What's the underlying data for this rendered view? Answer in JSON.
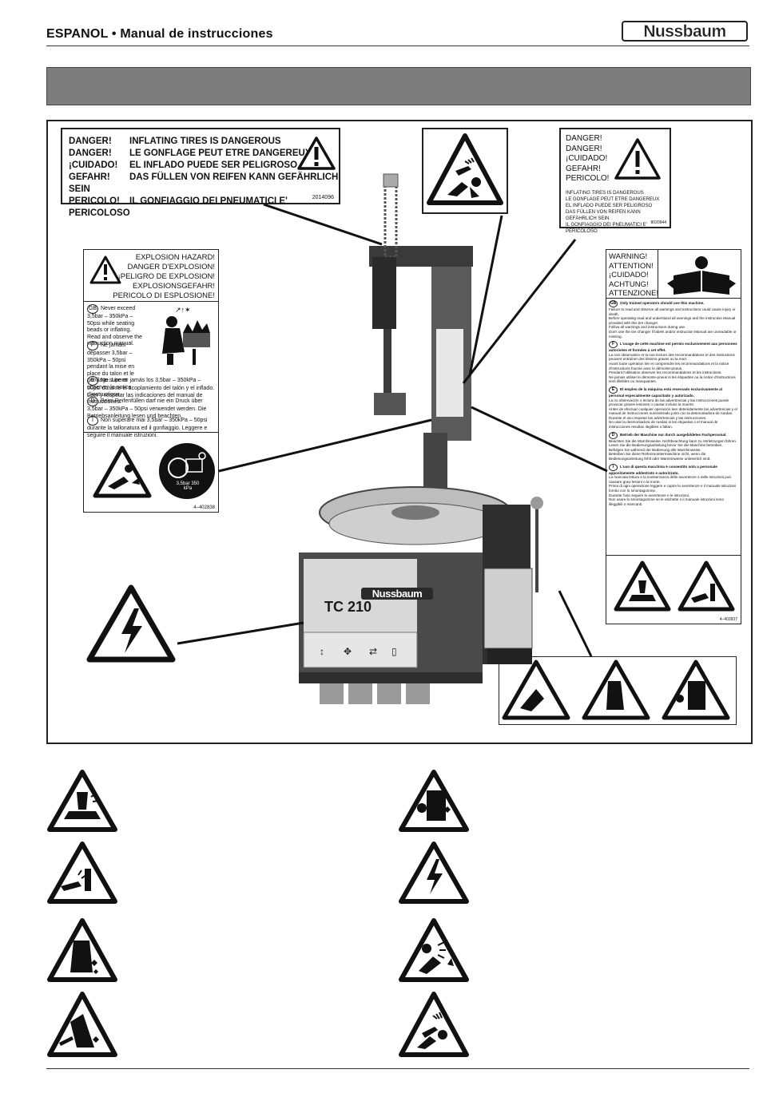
{
  "header": {
    "title": "ESPANOL • Manual de instrucciones",
    "logo_text": "Nussbaum"
  },
  "label_inflating": {
    "rows": [
      {
        "k": "DANGER!",
        "v": "INFLATING TIRES IS DANGEROUS"
      },
      {
        "k": "DANGER!",
        "v": "LE GONFLAGE PEUT ETRE DANGEREUX"
      },
      {
        "k": "¡CUIDADO!",
        "v": "EL INFLADO PUEDE SER PELIGROSO"
      },
      {
        "k": "GEFAHR!",
        "v": "DAS FÜLLEN VON REIFEN KANN GEFÄHRLICH SEIN"
      },
      {
        "k": "PERICOLO!",
        "v": "IL GONFIAGGIO DEI PNEUMATICI E' PERICOLOSO"
      }
    ],
    "code": "2014096"
  },
  "label_danger_small": {
    "heads": [
      "DANGER!",
      "DANGER!",
      "¡CUIDADO!",
      "GEFAHR!",
      "PERICOLO!"
    ],
    "lines": [
      "INFLATING TIRES IS DANGEROUS",
      "LE GONFLAGE PEUT ETRE DANGEREUX",
      "EL INFLADO PUEDE SER PELIGROSO",
      "DAS FÜLLEN VON REIFEN KANN GEFÄHRLICH SEIN",
      "IL GONFIAGGIO DEI PNEUMATICI E' PERICOLOSO"
    ],
    "code": "8020944"
  },
  "label_explosion": {
    "heads": [
      "EXPLOSION HAZARD!",
      "DANGER D'EXPLOSION!",
      "¡PELIGRO DE EXPLOSION!",
      "EXPLOSIONSGEFAHR!",
      "PERICOLO DI ESPLOSIONE!"
    ],
    "gb": "Never exceed 3,5bar – 350kPa – 50psi while seating beads or inflating. Read and observe the instruction manual.",
    "f": "Ne jamais dépasser 3,5bar – 350kPa – 50psi pendant la mise en place du talon et le gonflage. Lire et observer la notice d'instructions.",
    "e": "No superar jamás los 3,5bar – 350kPa – 50psi durante el acoplamiento del talón y el inflado. Leer y respetar las indicaciones del manual de instrucciones.",
    "d": "Beim Reifenfüllen darf nie ein Druck über 3,5bar – 350kPa – 50psi verwendet werden. Die Betriebsanleitung lesen und beachten.",
    "i": "Non superare mai 3,5bar – 350kPa – 50psi durante la tallonatura ed il gonfiaggio. Leggere e seguire il manuale istruzioni.",
    "gauge": "3,5bar 350 kPa",
    "code": "4–402838"
  },
  "label_warning": {
    "heads": [
      "WARNING!",
      "ATTENTION!",
      "¡CUIDADO!",
      "ACHTUNG!",
      "ATTENZIONE!"
    ],
    "gb_head": "Only trained operators should use this machine.",
    "gb": [
      "Failure to read and observe all warnings and instructions could cause injury or death.",
      "Before operating read and understand all warnings and the instruction Manual provided with this tire changer.",
      "Follow all warnings and instructions during use.",
      "Don't use the tire changer if labels and/or instruction Manual are unreadable or missing."
    ],
    "f_head": "L'usage de cette machine est permis exclusivement aux personnes autorisées et formées à cet effet.",
    "f": [
      "La non observation et la non lecture des recommandations et des instructions peuvent entraîner des lésions graves ou la mort.",
      "Avant toute opération lire et comprendre les recommandations et la notice d'instructions fournie avec le démonte-pneus.",
      "Pendant l'utilisation observer les recommandations et les instructions.",
      "Ne jamais utiliser le démonte-pneus si les étiquettes ou la notice d'instructions sont illisibles ou manquantes."
    ],
    "e_head": "El empleo de la máquina está reservado exclusivamente al personal especialmente capacitado y autorizado.",
    "e": [
      "La no observación o lectura de las advertencias y las instrucciones puede provocar graves lesiones o causar incluso la muerte.",
      "Antes de efectuar cualquier operación leer detenidamente las advertencias y el manual de instrucciones suministrado junto con la desmontadora de ruedas.",
      "Durante el uso respetar las advertencias y las instrucciones.",
      "No usar la desmontadora de ruedas si las etiquetas o el manual de instrucciones resultan ilegibles o faltan."
    ],
    "d_head": "Betrieb der Maschine nur durch ausgebildetes Fachpersonal.",
    "d": [
      "Beachten Sie die Warnhinweise. Nichtbeachtung kann zu Verletzungen führen.",
      "Lesen Sie die Bedienungsanleitung bevor Sie die Maschine betreiben.",
      "Befolgen Sie während der Bedienung alle Warnhinweise.",
      "Betreiben Sie diese Reifenmontiermaschine nicht, wenn die Bedienungsanleitung fehlt oder Warnhinweise unleserlich sind."
    ],
    "i_head": "L'uso di questa macchina è consentito solo a personale appositamente addestrato e autorizzato.",
    "i": [
      "La mancata lettura e la inosservanza delle avvertenze e delle istruzioni può causare gravi lesioni o la morte.",
      "Prima di ogni operazione leggere e capire le avvertenze e il manuale istruzioni fornito con lo smontagomme.",
      "Durante l'uso seguire le avvertenze e le istruzioni.",
      "Non usare lo smontagomme se le etichette o il manuale istruzioni sono illeggibili o mancanti."
    ],
    "code": "4–402837"
  },
  "machine": {
    "brand": "Nussbaum",
    "model": "TC 210"
  },
  "colors": {
    "frame": "#222222",
    "band": "#7d7d7d",
    "machine_dark": "#4a4a4a",
    "machine_mid": "#8a8a8a"
  }
}
